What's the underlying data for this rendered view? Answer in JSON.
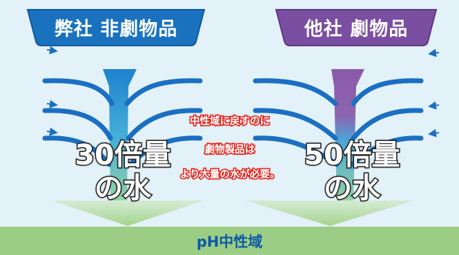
{
  "colors": {
    "background": "#e3f1f8",
    "own_tag": "#1a72be",
    "other_tag": "#7a4ea0",
    "flow_blue": "#1a6fc2",
    "other_stem": "#8a5aa8",
    "ph_band": "#9ccd84",
    "ph_text": "#0d58a8",
    "note_outline": "#e2231a"
  },
  "left": {
    "label": "弊社 非劇物品",
    "amount_line1": "30倍量",
    "amount_line2": "の水"
  },
  "right": {
    "label": "他社 劇物品",
    "amount_line1": "50倍量",
    "amount_line2": "の水"
  },
  "note": {
    "line1": "中性域に戻すのに",
    "line2": "劇物製品は",
    "line3": "より大量の水が必要。"
  },
  "bottom": {
    "label": "pH中性域"
  },
  "icons": [
    "flow-arrow-icon",
    "down-arrow-icon"
  ]
}
